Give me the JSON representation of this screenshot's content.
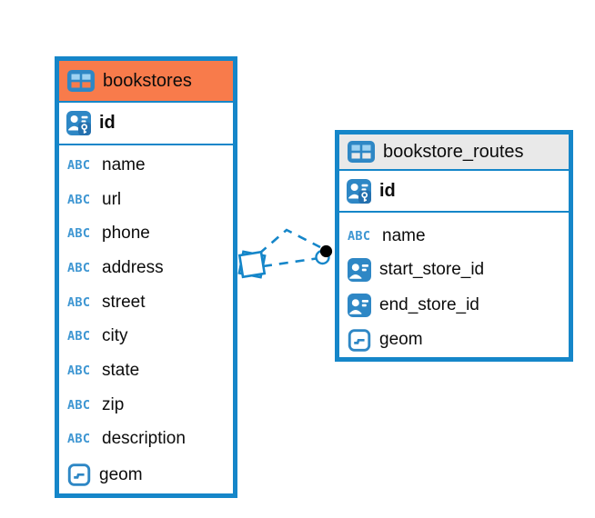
{
  "icons": {
    "text_type_label": "ABC"
  },
  "tables": [
    {
      "name": "bookstores",
      "primary_key": "id",
      "header_color": "#F87B4B",
      "fields": [
        "name",
        "url",
        "phone",
        "address",
        "street",
        "city",
        "state",
        "zip",
        "description",
        "geom"
      ],
      "field_types": [
        "text",
        "text",
        "text",
        "text",
        "text",
        "text",
        "text",
        "text",
        "text",
        "geometry"
      ]
    },
    {
      "name": "bookstore_routes",
      "primary_key": "id",
      "header_color": "#E9E9E9",
      "fields": [
        "name",
        "start_store_id",
        "end_store_id",
        "geom"
      ],
      "field_types": [
        "text",
        "reference",
        "reference",
        "geometry"
      ]
    }
  ],
  "relationships": [
    {
      "from_table": "bookstores",
      "to_table": "bookstore_routes",
      "style": "dashed"
    },
    {
      "from_table": "bookstores",
      "to_table": "bookstore_routes",
      "style": "dashed"
    }
  ],
  "colors": {
    "accent_blue": "#1586C9",
    "icon_blue": "#2E87C5",
    "icon_cell_light_blue": "#9ED2F2",
    "orange_header": "#F87B4B",
    "gray_header": "#E9E9E9",
    "text": "#0c0c0c",
    "background": "#ffffff"
  }
}
